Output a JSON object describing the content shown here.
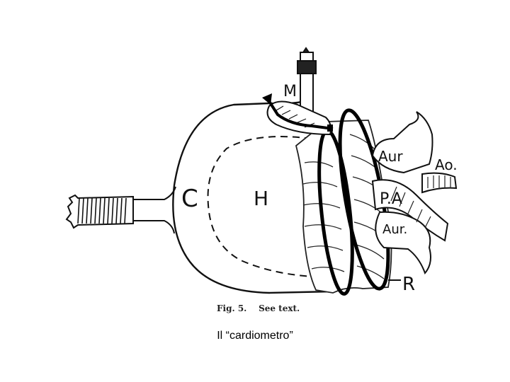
{
  "figure": {
    "labels": {
      "m": "M",
      "c": "C",
      "h": "H",
      "aur_top": "Aur",
      "ao": "Ao.",
      "pa": "P.A",
      "aur_bottom": "Aur.",
      "r": "R"
    },
    "fig_caption": "Fig. 5.    See text."
  },
  "caption": "Il “cardiometro”"
}
